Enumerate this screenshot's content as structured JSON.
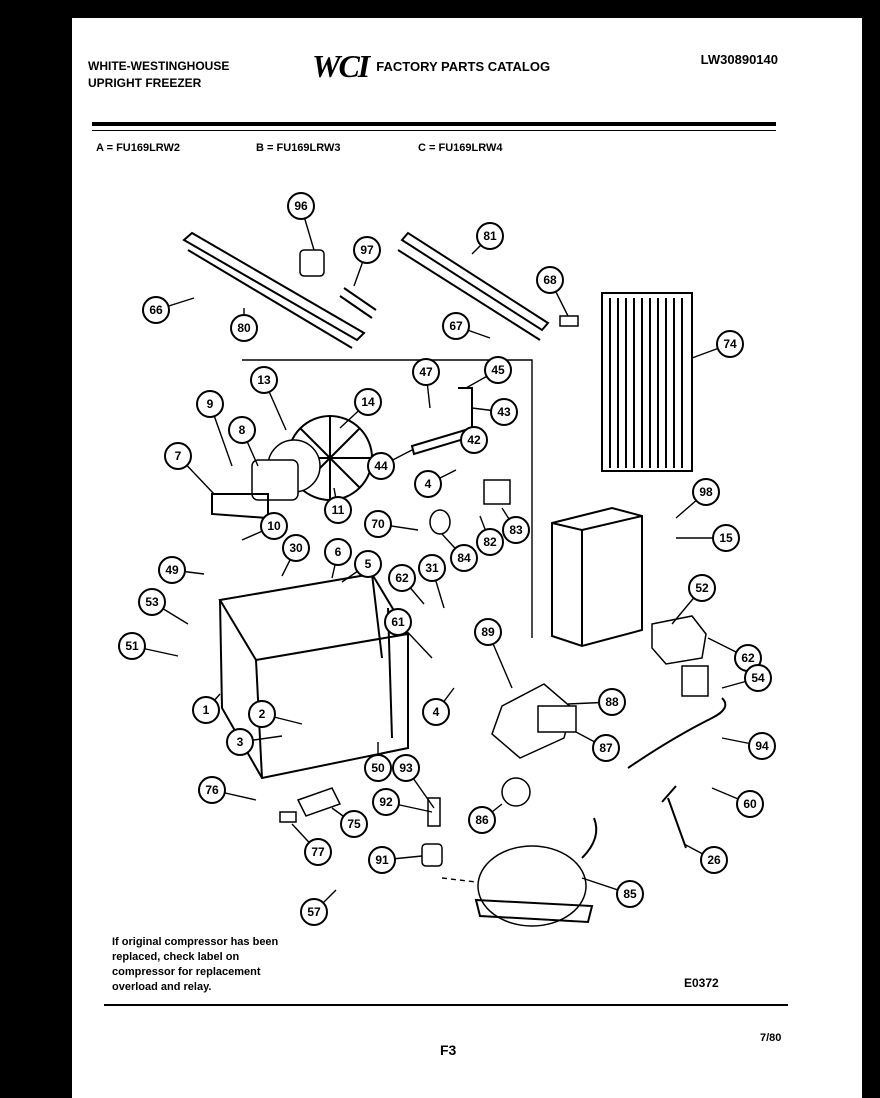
{
  "header": {
    "brand_line1": "WHITE-WESTINGHOUSE",
    "brand_line2": "UPRIGHT FREEZER",
    "logo": "WCI",
    "catalog_title": "FACTORY PARTS CATALOG",
    "catalog_number": "LW30890140"
  },
  "models": [
    {
      "text": "A = FU169LRW2"
    },
    {
      "text": "B = FU169LRW3"
    },
    {
      "text": "C = FU169LRW4"
    }
  ],
  "callouts": [
    "96",
    "97",
    "81",
    "68",
    "66",
    "80",
    "67",
    "74",
    "13",
    "14",
    "47",
    "45",
    "43",
    "42",
    "9",
    "8",
    "7",
    "44",
    "4",
    "11",
    "10",
    "98",
    "70",
    "83",
    "15",
    "84",
    "82",
    "30",
    "6",
    "5",
    "49",
    "31",
    "62",
    "52",
    "53",
    "62",
    "51",
    "61",
    "89",
    "1",
    "4",
    "88",
    "54",
    "2",
    "3",
    "87",
    "94",
    "76",
    "93",
    "50",
    "60",
    "92",
    "86",
    "75",
    "77",
    "91",
    "85",
    "26",
    "57"
  ],
  "footer": {
    "note": "If original compressor has been replaced, check label on compressor for replacement overload and relay.",
    "drawing_code": "E0372",
    "page": "F3",
    "date": "7/80"
  }
}
